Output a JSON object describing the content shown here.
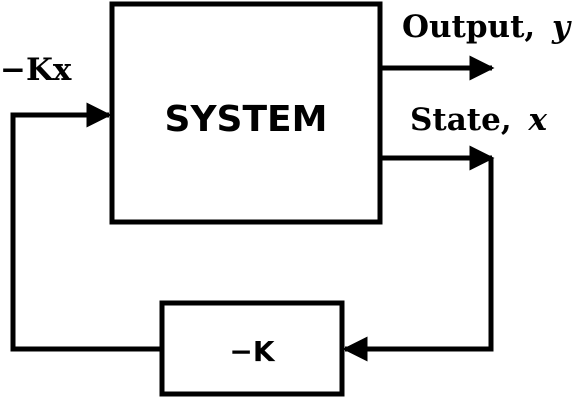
{
  "system_block": {
    "label": "SYSTEM"
  },
  "gain_block": {
    "label": "−K"
  },
  "labels": {
    "output_text": "Output,",
    "output_var": "y",
    "state_text": "State,",
    "state_var": "x",
    "feedback_signal": "−Kx"
  },
  "colors": {
    "stroke": "#000000",
    "background": "#ffffff"
  }
}
